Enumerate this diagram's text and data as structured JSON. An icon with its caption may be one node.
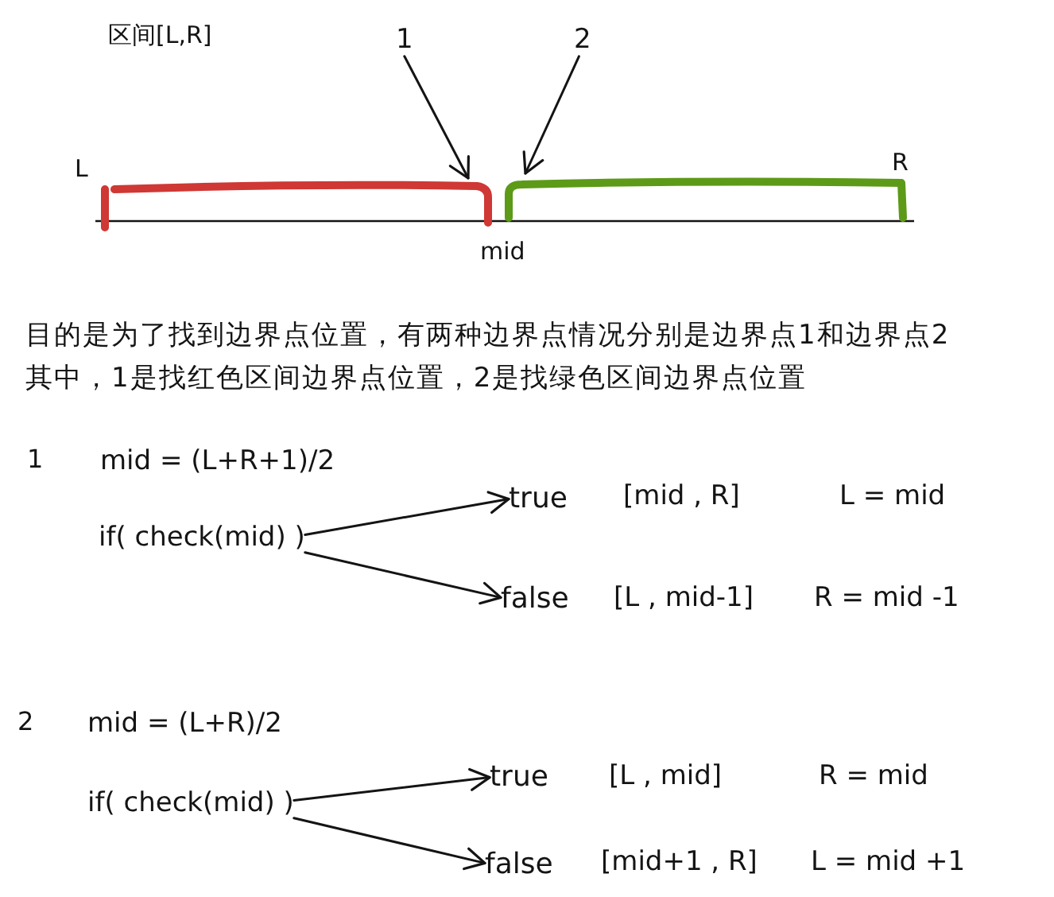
{
  "diagram": {
    "nodes": [
      {
        "text": [
          "1"
        ]
      },
      {
        "text": [
          "2"
        ]
      },
      {
        "text": [],
        "shape": "bar",
        "beside": [
          "L"
        ]
      },
      {
        "text": [],
        "shape": "bar",
        "beside": [
          "R"
        ]
      },
      {
        "text": [
          "if( check(mid) )"
        ]
      },
      {
        "text": [
          "true"
        ]
      },
      {
        "text": [
          "false"
        ]
      },
      {
        "text": [
          "if( check(mid) )"
        ]
      },
      {
        "text": [
          "true"
        ]
      },
      {
        "text": [
          "false"
        ]
      }
    ],
    "edges": [
      {
        "from": 0,
        "to": 2,
        "arrow": "to"
      },
      {
        "from": 1,
        "to": 3,
        "arrow": "to"
      },
      {
        "from": 4,
        "to": 5,
        "arrow": "to"
      },
      {
        "from": 4,
        "to": 6,
        "arrow": "to"
      },
      {
        "from": 7,
        "to": 8,
        "arrow": "to"
      },
      {
        "from": 7,
        "to": 9,
        "arrow": "to"
      }
    ],
    "labels": [
      "区间[L,R]",
      "mid",
      "目的是为了找到边界点位置，有两种边界点情况分别是边界点1和边界点2",
      "其中，1是找红色区间边界点位置，2是找绿色区间边界点位置",
      "1",
      "mid = (L+R+1)/2",
      "[mid , R]",
      "L = mid",
      "[L , mid-1]",
      "R = mid -1",
      "2",
      "mid = (L+R)/2",
      "[L , mid]",
      "R = mid",
      "[mid+1 , R]",
      "L = mid +1"
    ]
  }
}
